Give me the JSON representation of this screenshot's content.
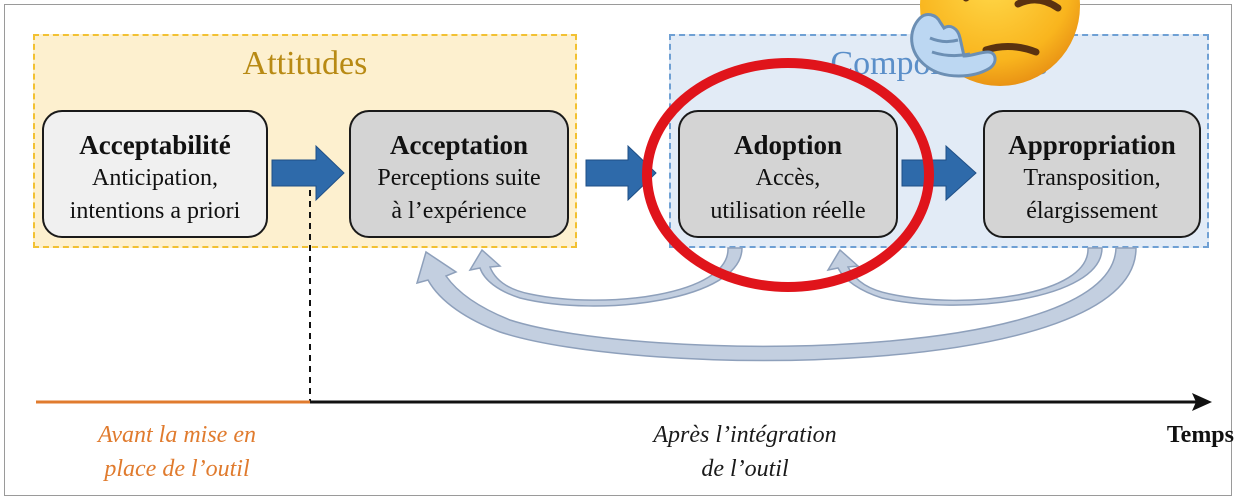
{
  "groups": {
    "attitudes": "Attitudes",
    "comportements": "Comportements"
  },
  "stages": [
    {
      "title": "Acceptabilité",
      "desc1": "Anticipation,",
      "desc2": "intentions a priori"
    },
    {
      "title": "Acceptation",
      "desc1": "Perceptions suite",
      "desc2": "à l’expérience"
    },
    {
      "title": "Adoption",
      "desc1": "Accès,",
      "desc2": "utilisation réelle"
    },
    {
      "title": "Appropriation",
      "desc1": "Transposition,",
      "desc2": "élargissement"
    }
  ],
  "timeline": {
    "before_line1": "Avant la mise en",
    "before_line2": "place de l’outil",
    "after_line1": "Après l’intégration",
    "after_line2": "de l’outil",
    "axis_label": "Temps"
  },
  "colors": {
    "arrow_blue": "#2e6aaa",
    "feedback_arrow": "#c3cfe0",
    "highlight_circle": "#e0141b",
    "before_line": "#e07b2e"
  },
  "overlay": {
    "emoji": "thinking-face-emoji"
  }
}
